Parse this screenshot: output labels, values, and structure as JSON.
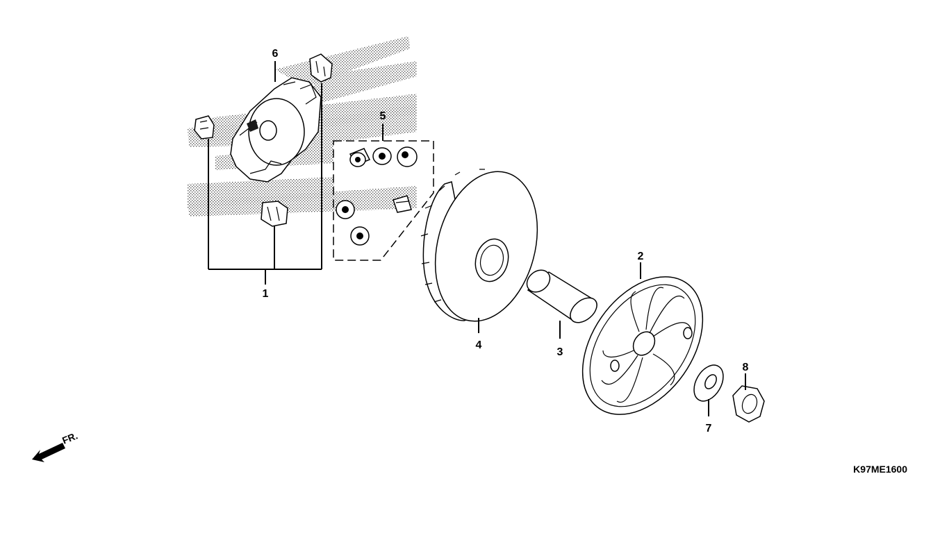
{
  "diagram": {
    "drawing_code": "K97ME1600",
    "front_marker": "FR.",
    "callouts": {
      "c1": "1",
      "c2": "2",
      "c3": "3",
      "c4": "4",
      "c5": "5",
      "c6": "6",
      "c7": "7",
      "c8": "8"
    }
  }
}
